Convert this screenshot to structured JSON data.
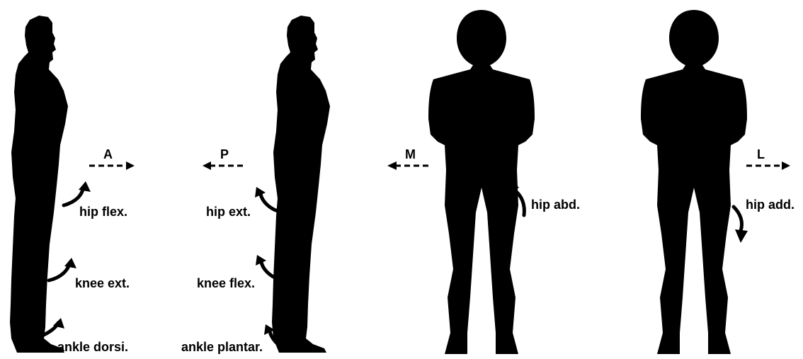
{
  "direction_labels": {
    "anterior": "A",
    "posterior": "P",
    "medial": "M",
    "lateral": "L"
  },
  "movement_labels": {
    "hip_flexion": "hip flex.",
    "knee_extension": "knee ext.",
    "ankle_dorsiflexion": "ankle dorsi.",
    "hip_extension": "hip ext.",
    "knee_flexion": "knee flex.",
    "ankle_plantarflexion": "ankle plantar.",
    "hip_abduction": "hip abd.",
    "hip_adduction": "hip add."
  },
  "colors": {
    "outline": "#000000",
    "background": "#ffffff"
  }
}
